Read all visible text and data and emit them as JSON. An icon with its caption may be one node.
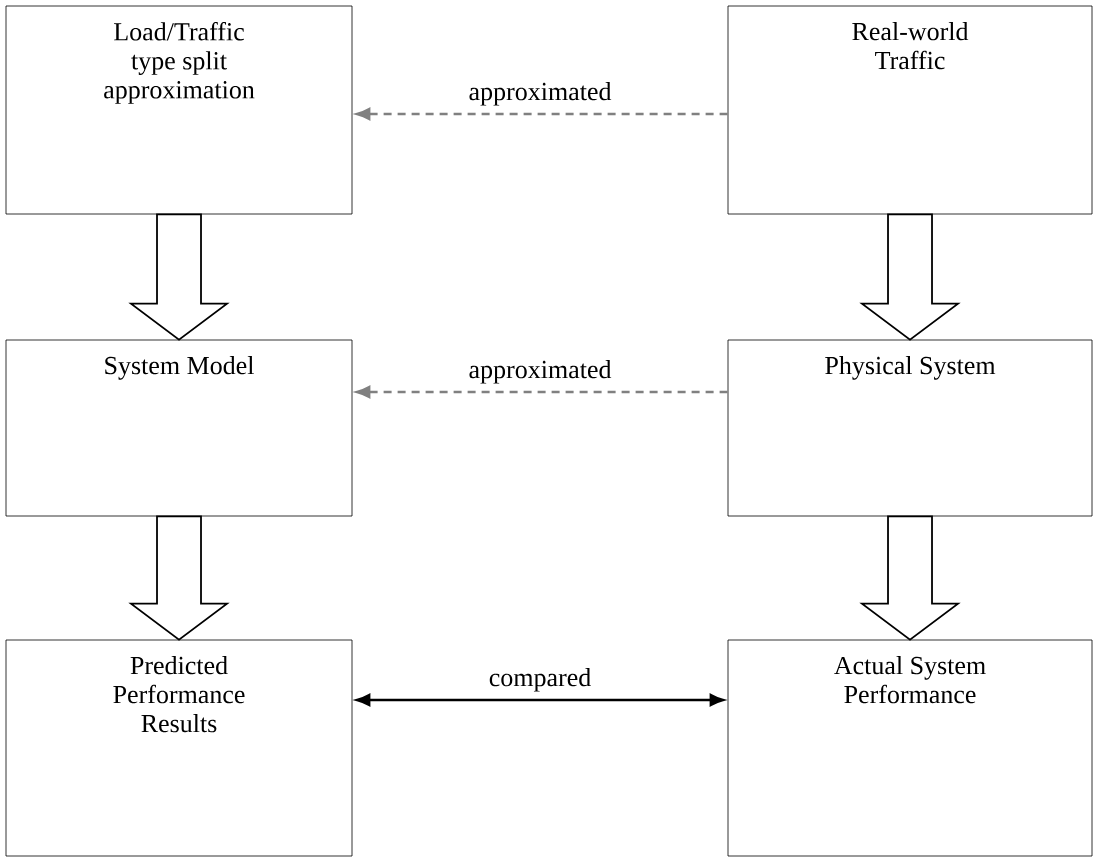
{
  "diagram": {
    "nodes": [
      {
        "text": [
          "Load/Traffic type split approximation"
        ]
      },
      {
        "text": [
          "Real-world Traffic"
        ]
      },
      {
        "text": [
          "System Model"
        ]
      },
      {
        "text": [
          "Physical System"
        ]
      },
      {
        "text": [
          "Predicted Performance Results"
        ]
      },
      {
        "text": [
          "Actual System Performance"
        ]
      }
    ],
    "edges": [
      {
        "from": 1,
        "to": 0,
        "arrow": "to",
        "label": "approximated",
        "style": "dashed",
        "color": "#808080"
      },
      {
        "from": 0,
        "to": 2,
        "arrow": "to"
      },
      {
        "from": 1,
        "to": 3,
        "arrow": "to"
      },
      {
        "from": 3,
        "to": 2,
        "arrow": "to",
        "label": "approximated",
        "style": "dashed",
        "color": "#808080"
      },
      {
        "from": 2,
        "to": 4,
        "arrow": "to"
      },
      {
        "from": 3,
        "to": 5,
        "arrow": "to"
      },
      {
        "from": 4,
        "to": 5,
        "arrow": "both",
        "label": "compared",
        "color": "#000000"
      }
    ]
  }
}
